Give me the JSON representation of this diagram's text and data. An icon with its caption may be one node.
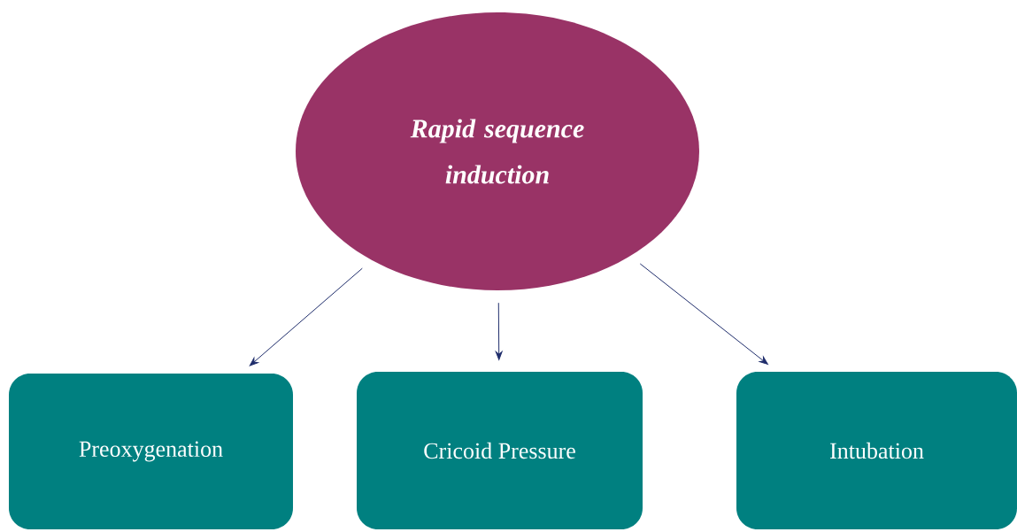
{
  "diagram": {
    "nodes": [
      {
        "text": [
          "Rapid sequence induction"
        ]
      },
      {
        "text": [
          "Preoxygenation"
        ]
      },
      {
        "text": [
          "Cricoid Pressure"
        ]
      },
      {
        "text": [
          "Intubation"
        ]
      }
    ],
    "edges": [
      {
        "from": 0,
        "to": 1,
        "arrow": "to"
      },
      {
        "from": 0,
        "to": 2,
        "arrow": "to"
      },
      {
        "from": 0,
        "to": 3,
        "arrow": "to"
      }
    ]
  }
}
